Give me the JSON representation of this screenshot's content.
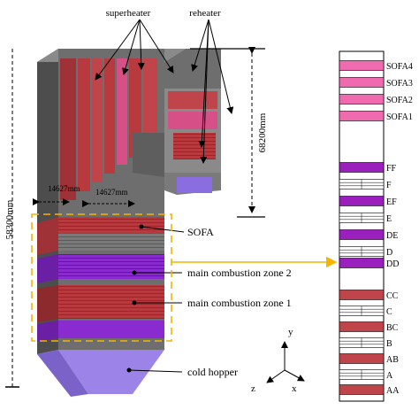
{
  "labels": {
    "superheater": "superheater",
    "reheater": "reheater",
    "sofa": "SOFA",
    "main_zone_2": "main combustion zone 2",
    "main_zone_1": "main combustion zone 1",
    "cold_hopper": "cold hopper",
    "dim_total_height": "58300mm",
    "dim_upper_height": "68200mm",
    "dim_width_a": "14627mm",
    "dim_width_b": "14627mm"
  },
  "axes": {
    "y": "y",
    "z": "z",
    "x": "x"
  },
  "burner_column": [
    {
      "id": "sofa4",
      "label": "SOFA4",
      "kind": "sofa"
    },
    {
      "id": "sofa3",
      "label": "SOFA3",
      "kind": "sofa"
    },
    {
      "id": "sofa2",
      "label": "SOFA2",
      "kind": "sofa"
    },
    {
      "id": "sofa1",
      "label": "SOFA1",
      "kind": "sofa"
    },
    {
      "id": "ff",
      "label": "FF",
      "kind": "purple"
    },
    {
      "id": "f",
      "label": "F",
      "kind": "coal"
    },
    {
      "id": "ef",
      "label": "EF",
      "kind": "purple"
    },
    {
      "id": "e",
      "label": "E",
      "kind": "coal"
    },
    {
      "id": "de",
      "label": "DE",
      "kind": "purple"
    },
    {
      "id": "d",
      "label": "D",
      "kind": "coal"
    },
    {
      "id": "dd",
      "label": "DD",
      "kind": "purple"
    },
    {
      "id": "cc",
      "label": "CC",
      "kind": "red"
    },
    {
      "id": "c",
      "label": "C",
      "kind": "coal"
    },
    {
      "id": "bc",
      "label": "BC",
      "kind": "red"
    },
    {
      "id": "b",
      "label": "B",
      "kind": "coal"
    },
    {
      "id": "ab",
      "label": "AB",
      "kind": "red"
    },
    {
      "id": "a",
      "label": "A",
      "kind": "coal"
    },
    {
      "id": "aa",
      "label": "AA",
      "kind": "red"
    }
  ],
  "colors": {
    "sofa_pink": "#f06ab0",
    "purple": "#9b1fbd",
    "red": "#c0454a",
    "furnace_gray": "#6e6e6e",
    "furnace_dark": "#474747",
    "superheater_red": "#b83a3e",
    "reheater_pink": "#d64f86",
    "hopper_violet": "#9b83e8",
    "zone_purple": "#8a2bd0",
    "highlight_orange": "#f5b400"
  }
}
